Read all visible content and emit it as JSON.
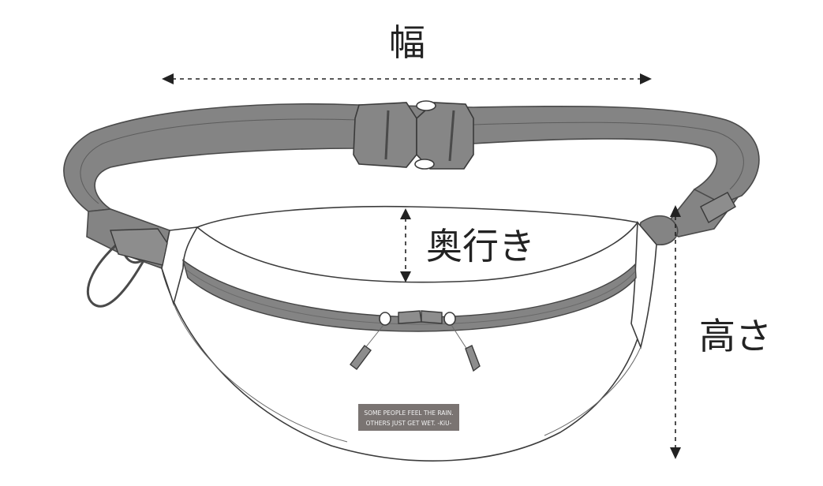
{
  "dimensions": {
    "width_label": "幅",
    "depth_label": "奥行き",
    "height_label": "高さ"
  },
  "label_patch": {
    "line1": "SOME PEOPLE FEEL THE RAIN.",
    "line2": "OTHERS JUST GET WET. -KiU-"
  },
  "colors": {
    "strap_gray": "#848484",
    "outline": "#3c3c3c",
    "patch": "#7a7472",
    "dimension_lines": "#222222"
  }
}
